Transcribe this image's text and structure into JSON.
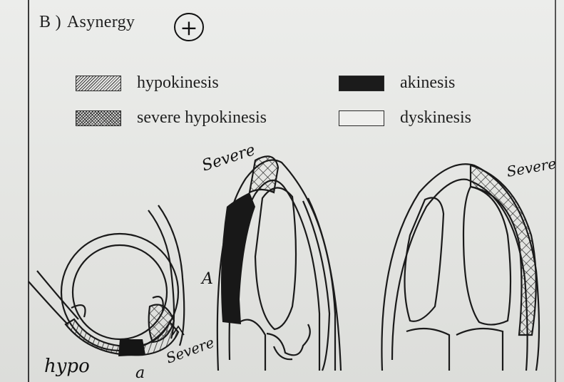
{
  "section": {
    "marker": "B )",
    "title": "Asynergy",
    "grade_note": "+"
  },
  "legend": [
    {
      "label": "hypokinesis",
      "pattern": "hatched"
    },
    {
      "label": "akinesis",
      "pattern": "solid-black"
    },
    {
      "label": "severe hypokinesis",
      "pattern": "cross-hatched"
    },
    {
      "label": "dyskinesis",
      "pattern": "blank"
    }
  ],
  "annotations": {
    "severe_top_left": "Severe",
    "severe_top_right": "Severe",
    "severe_bottom": "Severe",
    "a_middle": "A",
    "a_bottom": "a",
    "hypo": "hypo"
  },
  "colors": {
    "ink": "#1f1f1f",
    "paper": "#e6e7e4"
  }
}
